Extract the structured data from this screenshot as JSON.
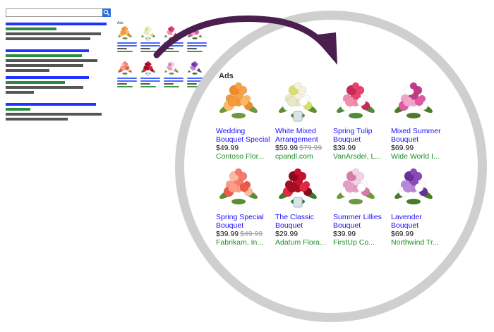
{
  "ads_heading": "Ads",
  "products": [
    {
      "title_1": "Wedding",
      "title_2": "Bouquet Special",
      "price": "$49.99",
      "old_price": "",
      "seller": "Contoso Flor...",
      "theme": "orange"
    },
    {
      "title_1": "White Mixed",
      "title_2": "Arrangement",
      "price": "$59.99",
      "old_price": "$79.99",
      "seller": "cpandl.com",
      "theme": "white"
    },
    {
      "title_1": "Spring Tulip",
      "title_2": "Bouquet",
      "price": "$39.99",
      "old_price": "",
      "seller": "VanArsdel, L...",
      "theme": "tulip"
    },
    {
      "title_1": "Mixed Summer",
      "title_2": "Bouquet",
      "price": "$69.99",
      "old_price": "",
      "seller": "Wide World I...",
      "theme": "purple"
    },
    {
      "title_1": "Spring Special",
      "title_2": "Bouquet",
      "price": "$39.99",
      "old_price": "$49.99",
      "seller": "Fabrikam, In...",
      "theme": "peach"
    },
    {
      "title_1": "The Classic",
      "title_2": "Bouquet",
      "price": "$29.99",
      "old_price": "",
      "seller": "Adatum Flora...",
      "theme": "red"
    },
    {
      "title_1": "Summer Lillies",
      "title_2": "Bouquet",
      "price": "$39.99",
      "old_price": "",
      "seller": "FirstUp Co...",
      "theme": "lily"
    },
    {
      "title_1": "Lavender",
      "title_2": "Bouquet",
      "price": "$69.99",
      "old_price": "",
      "seller": "Northwind Tr...",
      "theme": "lavender"
    }
  ],
  "colors": {
    "link_blue": "#1a0dff",
    "seller_green": "#1f8f2a",
    "ring_gray": "#cfcfcf",
    "arrow": "#4a1f4f"
  }
}
